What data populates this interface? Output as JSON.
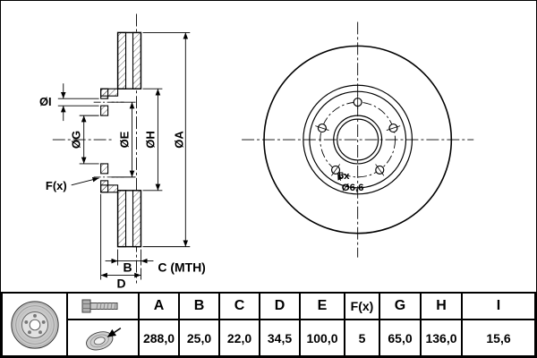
{
  "drawing": {
    "section_labels": {
      "dia_i": "ØI",
      "dia_g": "ØG",
      "dia_e": "ØE",
      "dia_h": "ØH",
      "dia_a": "ØA",
      "f_x": "F(x)",
      "b": "B",
      "c_mth": "C (MTH)",
      "d": "D"
    },
    "front_labels": {
      "hole_count": "5x",
      "hole_dia": "Ø6,6"
    }
  },
  "table": {
    "headers": [
      "A",
      "B",
      "C",
      "D",
      "E",
      "F(x)",
      "G",
      "H",
      "I"
    ],
    "values": [
      "288,0",
      "25,0",
      "22,0",
      "34,5",
      "100,0",
      "5",
      "65,0",
      "136,0",
      "15,6"
    ]
  },
  "icons": {
    "disc": "brake-disc-front-icon",
    "bolt": "mounting-bolt-icon",
    "mount": "disc-direction-icon"
  }
}
